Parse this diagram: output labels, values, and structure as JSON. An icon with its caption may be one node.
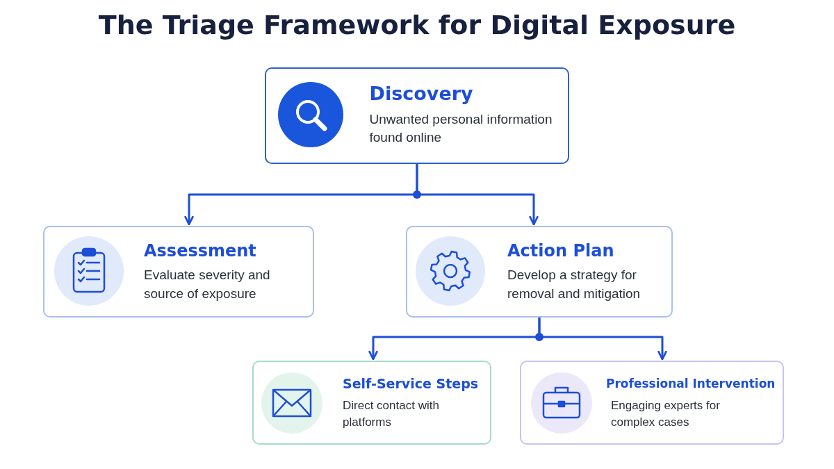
{
  "diagram": {
    "title": "The Triage Framework for Digital Exposure",
    "nodes": [
      {
        "text": [
          "Discovery",
          "Unwanted personal information found online"
        ]
      },
      {
        "text": [
          "Assessment",
          "Evaluate severity and source of exposure"
        ]
      },
      {
        "text": [
          "Action Plan",
          "Develop a strategy for removal and mitigation"
        ]
      },
      {
        "text": [
          "Self-Service Steps",
          "Direct contact with platforms"
        ]
      },
      {
        "text": [
          "Professional Intervention",
          "Engaging experts for complex cases"
        ]
      }
    ],
    "edges": [
      {
        "from": 0,
        "to": 1,
        "arrow": "to"
      },
      {
        "from": 0,
        "to": 2,
        "arrow": "to"
      },
      {
        "from": 2,
        "to": 3,
        "arrow": "to"
      },
      {
        "from": 2,
        "to": 4,
        "arrow": "to"
      }
    ]
  }
}
